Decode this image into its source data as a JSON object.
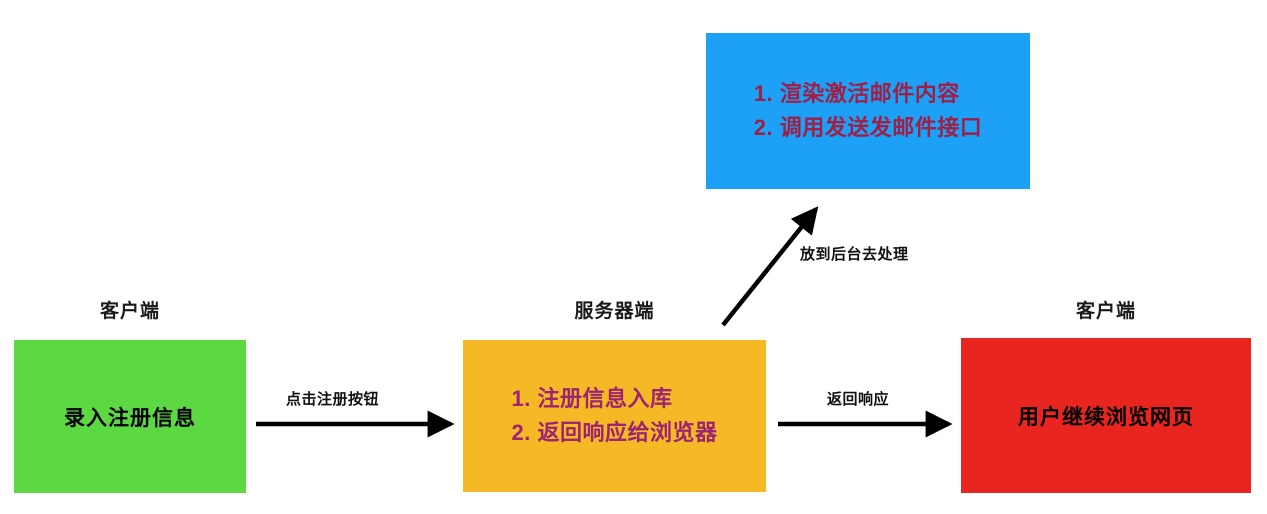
{
  "diagram": {
    "title_bar": "",
    "nodes": [
      {
        "id": "client-left",
        "group_label": "客户端",
        "color": "#5cd843",
        "text_color": "#000000",
        "lines": [
          "录入注册信息"
        ]
      },
      {
        "id": "server",
        "group_label": "服务器端",
        "color": "#f5b926",
        "text_color": "#9c2472",
        "lines": [
          "1. 注册信息入库",
          "2. 返回响应给浏览器"
        ]
      },
      {
        "id": "client-right",
        "group_label": "客户端",
        "color": "#e9251f",
        "text_color": "#000000",
        "lines": [
          "用户继续浏览网页"
        ]
      },
      {
        "id": "background-task",
        "group_label": "",
        "color": "#1da1f7",
        "text_color": "#a01f45",
        "lines": [
          "1. 渲染激活邮件内容",
          "2. 调用发送发邮件接口"
        ]
      }
    ],
    "edges": [
      {
        "id": "edge-click-register",
        "label": "点击注册按钮",
        "from": "client-left",
        "to": "server"
      },
      {
        "id": "edge-return-response",
        "label": "返回响应",
        "from": "server",
        "to": "client-right"
      },
      {
        "id": "edge-background",
        "label": "放到后台去处理",
        "from": "server",
        "to": "background-task"
      }
    ]
  }
}
